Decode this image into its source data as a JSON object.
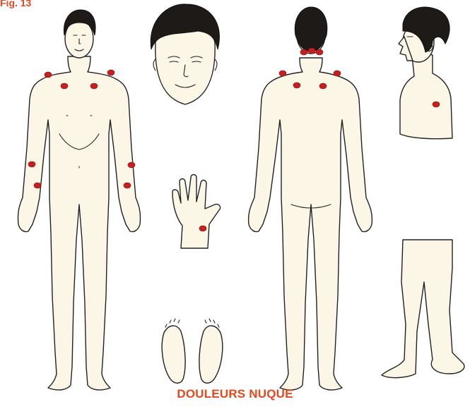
{
  "figure": {
    "label": "Fig. 13",
    "caption": "DOULEURS NUQUE",
    "point_color": "#c4201f",
    "text_color": "#e8461b"
  },
  "figures": [
    "front-body",
    "face",
    "back-body",
    "side-body",
    "hand",
    "feet"
  ]
}
